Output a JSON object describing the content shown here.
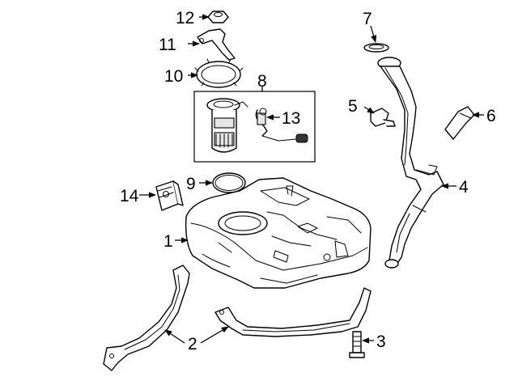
{
  "diagram": {
    "callouts": [
      {
        "id": "label-1",
        "text": "1"
      },
      {
        "id": "label-2",
        "text": "2"
      },
      {
        "id": "label-3",
        "text": "3"
      },
      {
        "id": "label-4",
        "text": "4"
      },
      {
        "id": "label-5",
        "text": "5"
      },
      {
        "id": "label-6",
        "text": "6"
      },
      {
        "id": "label-7",
        "text": "7"
      },
      {
        "id": "label-8",
        "text": "8"
      },
      {
        "id": "label-9",
        "text": "9"
      },
      {
        "id": "label-10",
        "text": "10"
      },
      {
        "id": "label-11",
        "text": "11"
      },
      {
        "id": "label-12",
        "text": "12"
      },
      {
        "id": "label-13",
        "text": "13"
      },
      {
        "id": "label-14",
        "text": "14"
      }
    ]
  }
}
